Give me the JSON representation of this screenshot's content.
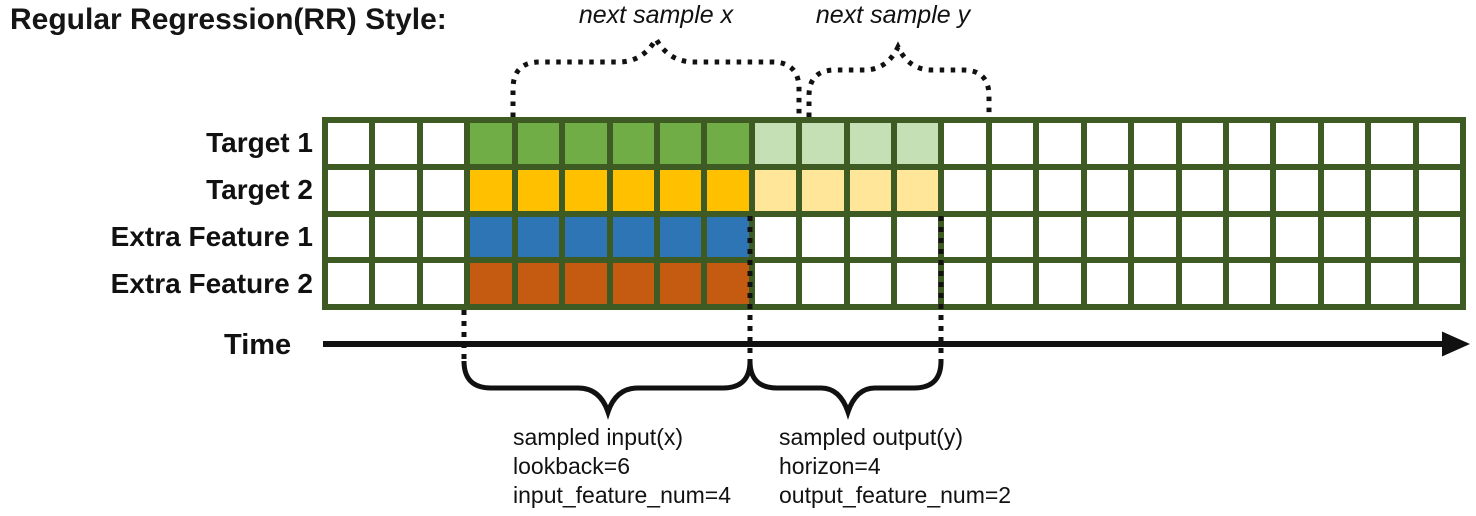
{
  "title": "Regular Regression(RR) Style:",
  "annotations": {
    "next_sample_x": "next sample x",
    "next_sample_y": "next sample y"
  },
  "rows": [
    {
      "label": "Target 1",
      "input_color": "#70AD47",
      "output_color": "#C5E0B4"
    },
    {
      "label": "Target 2",
      "input_color": "#FFC000",
      "output_color": "#FFE699"
    },
    {
      "label": "Extra Feature 1",
      "input_color": "#2E75B6",
      "output_color": null
    },
    {
      "label": "Extra Feature 2",
      "input_color": "#C55A11",
      "output_color": null
    }
  ],
  "grid": {
    "total_cols": 24,
    "empty_cols_before": 3,
    "lookback": 6,
    "horizon": 4,
    "input_feature_num": 4,
    "output_feature_num": 2
  },
  "time_axis_label": "Time",
  "sampled_input": {
    "line1": "sampled input(x)",
    "line2": "lookback=6",
    "line3": "input_feature_num=4"
  },
  "sampled_output": {
    "line1": "sampled output(y)",
    "line2": "horizon=4",
    "line3": "output_feature_num=2"
  },
  "colors": {
    "grid_line": "#3D5B23",
    "ink": "#111111"
  }
}
